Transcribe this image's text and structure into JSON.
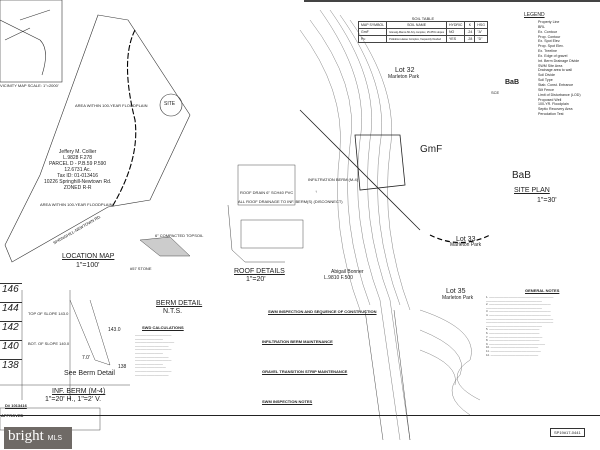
{
  "location_map": {
    "title": "LOCATION MAP",
    "scale": "1\"=100'",
    "vicinity_caption": "VICINITY MAP   SCALE: 1\"=2000'",
    "owner": "Jeffery M. Collier",
    "deed": "L.9828 F.278",
    "parcel": "PARCEL D - P.B.59 P.590",
    "area": "12.6731 Ac.",
    "tax_id": "Tax ID: 01-013416",
    "address": "10226 Springhill-Newtown Rd.",
    "zoning": "ZONED R-R",
    "site": "SITE",
    "floodplain_1": "AREA WITHIN 100-YEAR FLOODPLAIN",
    "floodplain_2": "AREA WITHIN 100-YEAR FLOODPLAIN",
    "road": "SPRINGHILL-NEWTOWN RD."
  },
  "soil_table": {
    "title": "SOIL TABLE",
    "headers": [
      "MAP SYMBOL",
      "SOIL NAME",
      "HYDRIC",
      "K",
      "HSG"
    ],
    "rows": [
      [
        "GmF",
        "Glenelg-Manor-Mt Airy complex, 25-65% slopes",
        "NO",
        ".24",
        "\"A\""
      ],
      [
        "Pu",
        "Pollokton-Hasse Complex, frequently flooded",
        "YES",
        ".28",
        "\"D\""
      ]
    ]
  },
  "legend": {
    "title": "LEGEND",
    "items": [
      "Property Line",
      "BRL",
      "Ex. Contour",
      "Prop. Contour",
      "Ex. Spot Elev.",
      "Prop. Spot Elev.",
      "Ex. Treeline",
      "Ex. Edge of gravel",
      "Int. Berm Drainage Divide",
      "SWM Site Area",
      "Drainage area to wall",
      "Soil Divide",
      "Soil Type",
      "Stab. Const. Entrance",
      "Silt Fence",
      "Limit of Disturbance (LOD)",
      "Proposed Well",
      "100-YR. Floodplain",
      "Septic Recovery Area",
      "Percolation Test"
    ],
    "soil_symbol": "BaB",
    "sce": "SCE"
  },
  "site_plan": {
    "title": "SITE PLAN",
    "scale": "1\"=30'",
    "lot32": "Lot 32",
    "lot33": "Lot 33",
    "lot35": "Lot 35",
    "subdivision": "Marleton Park",
    "soil_gmf": "GmF",
    "soil_bab": "BaB",
    "neighbor": "Abigail Bonner",
    "neighbor_deed": "L.9810 F.500",
    "berm_label": "INFILTRATION BERM (M-4)"
  },
  "roof": {
    "title": "ROOF DETAILS",
    "scale": "1\"=20'",
    "note": "ALL ROOF DRAINAGE TO INF. BERM(S) (DISCONNECT)",
    "drain": "ROOF DRAIN 6\" SCH40 PVC"
  },
  "berm": {
    "title": "BERM DETAIL",
    "scale": "N.T.S.",
    "topsoil": "6\" COMPACTED TOPSOIL",
    "stone": "#57 STONE"
  },
  "inf_berm": {
    "title": "INF. BERM (M-4)",
    "scale": "1\"=20' H., 1\"=2' V.",
    "see": "See Berm Detail",
    "top": "TOP OF SLOPE 143.0",
    "bot": "BOT. OF SLOPE 140.0",
    "e1": "143.0",
    "e2": "138",
    "w": "7.0'",
    "elevs": [
      "146",
      "144",
      "142",
      "140",
      "138"
    ]
  },
  "swm": {
    "title": "SWD CALCULATIONS",
    "maint_title": "INFILTRATION BERM MAINTENANCE",
    "gravel_title": "GRAVEL TRANSITION STRIP MAINTENANCE",
    "insp_title": "SWM INSPECTION NOTES",
    "seq_title": "SWM INSPECTION AND SEQUENCE OF CONSTRUCTION",
    "gen_title": "GENERAL NOTES"
  },
  "approval": {
    "tax": "D# 1013416",
    "label": "APPROVED"
  },
  "permit": "SP19#17-0441",
  "watermark": {
    "brand": "bright",
    "suffix": "MLS"
  }
}
